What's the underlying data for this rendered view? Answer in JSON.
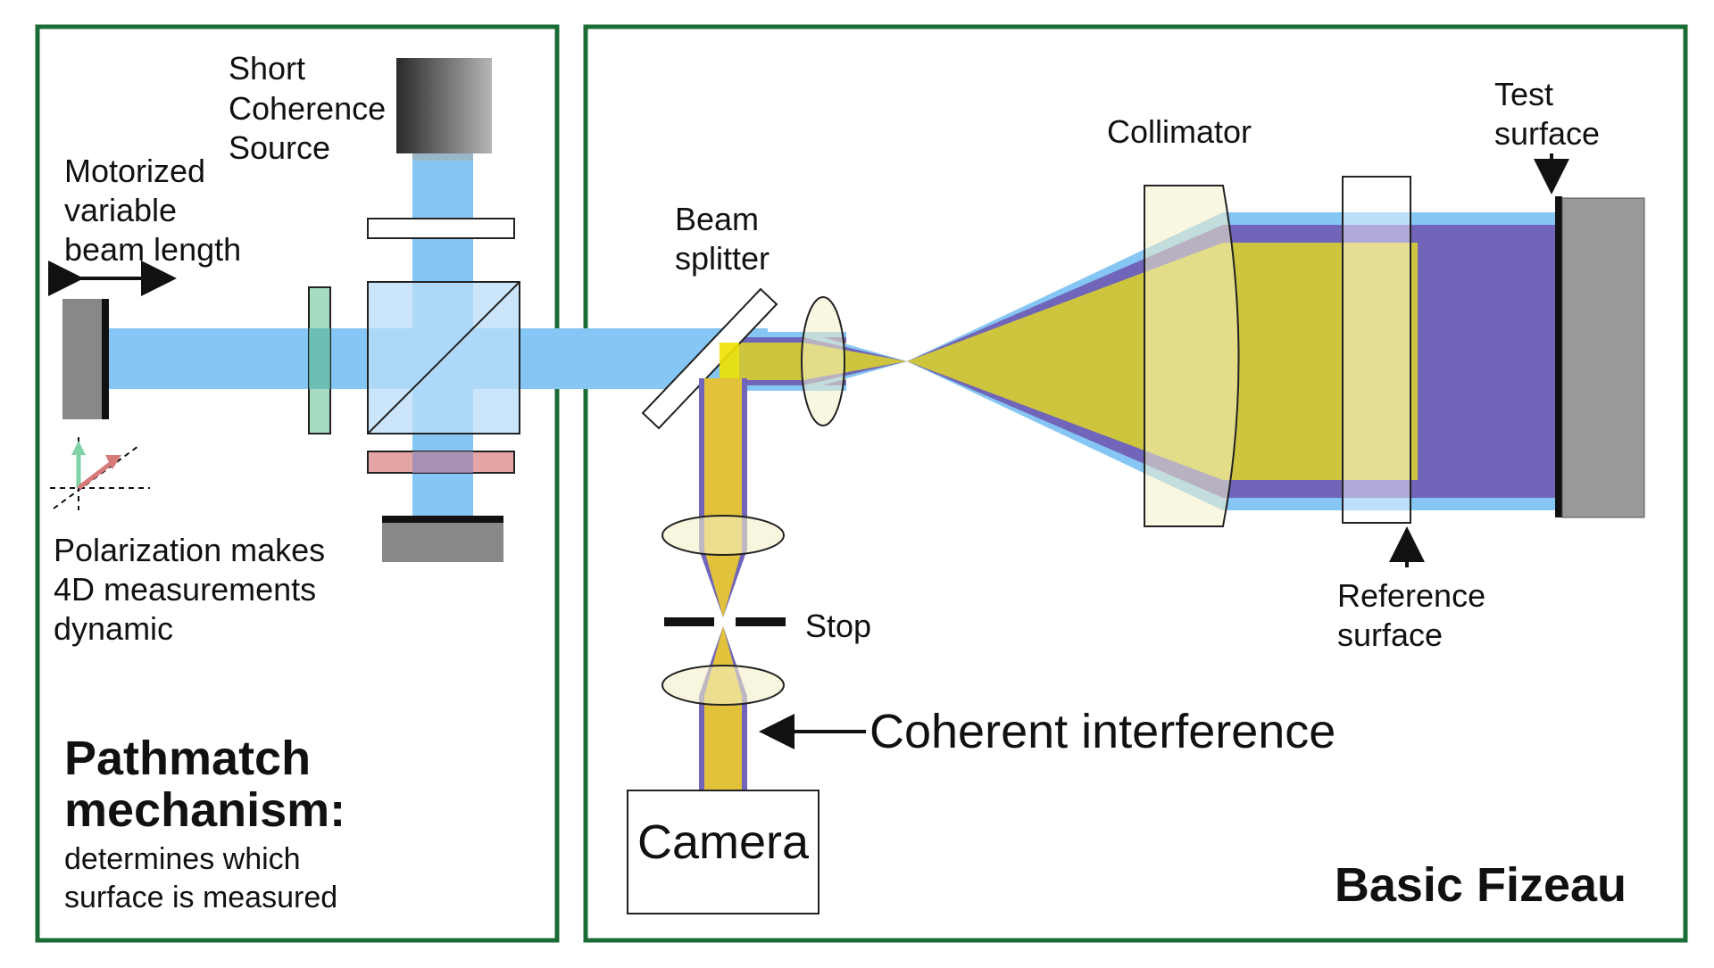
{
  "left_panel": {
    "source_label": [
      "Short",
      "Coherence",
      "Source"
    ],
    "mirror_label": [
      "Motorized",
      "variable",
      "beam length"
    ],
    "polarization_label": [
      "Polarization makes",
      "4D measurements",
      "dynamic"
    ],
    "title": [
      "Pathmatch",
      "mechanism:"
    ],
    "subtitle": [
      "determines which",
      "surface is measured"
    ]
  },
  "right_panel": {
    "beam_splitter_label": [
      "Beam",
      "splitter"
    ],
    "collimator_label": "Collimator",
    "test_surface_label": [
      "Test",
      "surface"
    ],
    "reference_surface_label": [
      "Reference",
      "surface"
    ],
    "stop_label": "Stop",
    "coherent_label": "Coherent interference",
    "camera_label": "Camera",
    "title": "Basic Fizeau"
  },
  "colors": {
    "frame_green": "#1b6b35",
    "beam_blue": "#86c6f4",
    "beam_light_blue": "#b9def8",
    "beam_purple": "#7065b8",
    "beam_yellow": "#cec53f",
    "beam_light_yellow": "#e3dd92",
    "gray_block": "#999999",
    "waveplate_green": "#a6dcc0",
    "waveplate_pink": "#e6a5a5",
    "arrow_green": "#7fd1a6",
    "arrow_pink": "#d97a7a"
  }
}
